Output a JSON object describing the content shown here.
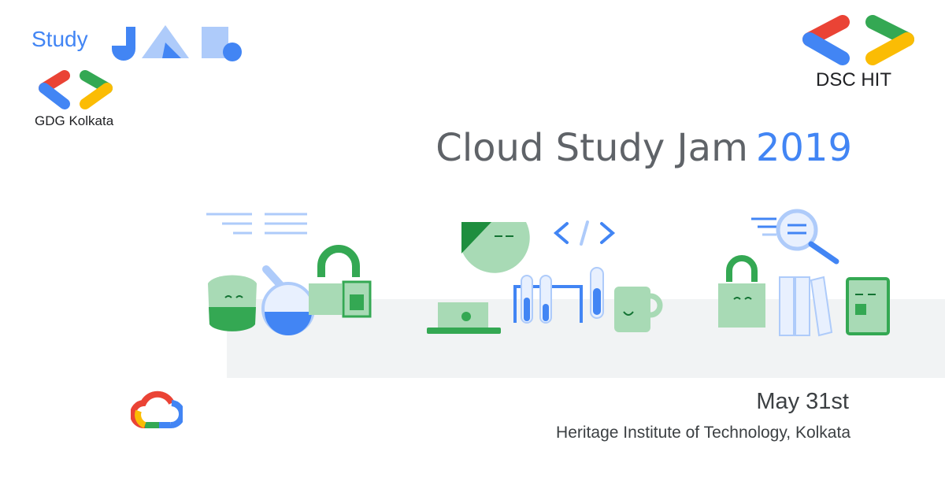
{
  "header": {
    "study_label": "Study",
    "gdg_label": "GDG Kolkata",
    "dsc_label": "DSC HIT"
  },
  "title": {
    "text": "Cloud Study Jam",
    "year": "2019"
  },
  "event": {
    "date": "May 31st",
    "venue": "Heritage Institute of Technology, Kolkata"
  },
  "icons": {
    "study_logo": "study-jam-logo-icon",
    "gdg_logo": "gdg-chevrons-icon",
    "dsc_logo": "dsc-chevrons-icon",
    "cloud_logo": "google-cloud-icon"
  },
  "colors": {
    "google_blue": "#4285f4",
    "google_red": "#ea4335",
    "google_yellow": "#fbbc04",
    "google_green": "#34a853",
    "light_green": "#a8dab5",
    "light_blue": "#aecbfa",
    "text_gray": "#5f6368"
  }
}
